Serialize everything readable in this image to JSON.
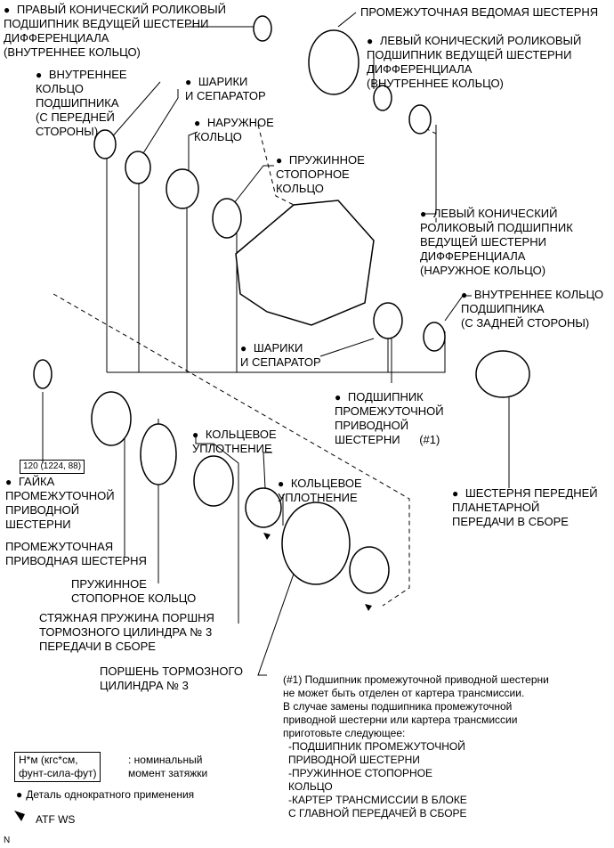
{
  "labels": {
    "right_bearing_inner": [
      "ПРАВЫЙ КОНИЧЕСКИЙ РОЛИКОВЫЙ",
      "ПОДШИПНИК ВЕДУЩЕЙ ШЕСТЕРНИ",
      "ДИФФЕРЕНЦИАЛА",
      "(ВНУТРЕННЕЕ КОЛЬЦО)"
    ],
    "idler_driven_gear": "ПРОМЕЖУТОЧНАЯ ВЕДОМАЯ ШЕСТЕРНЯ",
    "left_bearing_inner": [
      "ЛЕВЫЙ КОНИЧЕСКИЙ РОЛИКОВЫЙ",
      "ПОДШИПНИК ВЕДУЩЕЙ ШЕСТЕРНИ",
      "ДИФФЕРЕНЦИАЛА",
      "(ВНУТРЕННЕЕ КОЛЬЦО)"
    ],
    "inner_race_front": [
      "ВНУТРЕННЕЕ",
      "КОЛЬЦО",
      "ПОДШИПНИКА",
      "(С ПЕРЕДНЕЙ",
      "СТОРОНЫ)"
    ],
    "balls_cage_1": [
      "ШАРИКИ",
      "И СЕПАРАТОР"
    ],
    "outer_race": [
      "НАРУЖНОЕ",
      "КОЛЬЦО"
    ],
    "snap_ring_1": [
      "ПРУЖИННОЕ",
      "СТОПОРНОЕ",
      "КОЛЬЦО"
    ],
    "left_bearing_outer": [
      "ЛЕВЫЙ КОНИЧЕСКИЙ",
      "РОЛИКОВЫЙ ПОДШИПНИК",
      "ВЕДУЩЕЙ ШЕСТЕРНИ",
      "ДИФФЕРЕНЦИАЛА",
      "(НАРУЖНОЕ КОЛЬЦО)"
    ],
    "inner_race_rear": [
      "ВНУТРЕННЕЕ КОЛЬЦО",
      "ПОДШИПНИКА",
      "(С ЗАДНЕЙ СТОРОНЫ)"
    ],
    "balls_cage_2": [
      "ШАРИКИ",
      "И СЕПАРАТОР"
    ],
    "idler_drive_bearing": [
      "ПОДШИПНИК",
      "ПРОМЕЖУТОЧНОЙ",
      "ПРИВОДНОЙ",
      "ШЕСТЕРНИ"
    ],
    "note_ref": "(#1)",
    "torque_value": "120 (1224, 88)",
    "idler_nut": [
      "ГАЙКА",
      "ПРОМЕЖУТОЧНОЙ",
      "ПРИВОДНОЙ",
      "ШЕСТЕРНИ"
    ],
    "idler_drive_gear": [
      "ПРОМЕЖУТОЧНАЯ",
      "ПРИВОДНАЯ ШЕСТЕРНЯ"
    ],
    "snap_ring_2": [
      "ПРУЖИННОЕ",
      "СТОПОРНОЕ КОЛЬЦО"
    ],
    "oring_1": [
      "КОЛЬЦЕВОЕ",
      "УПЛОТНЕНИЕ"
    ],
    "oring_2": [
      "КОЛЬЦЕВОЕ",
      "УПЛОТНЕНИЕ"
    ],
    "planetary": [
      "ШЕСТЕРНЯ ПЕРЕДНЕЙ",
      "ПЛАНЕТАРНОЙ",
      "ПЕРЕДАЧИ В СБОРЕ"
    ],
    "return_spring": [
      "СТЯЖНАЯ ПРУЖИНА ПОРШНЯ",
      "ТОРМОЗНОГО ЦИЛИНДРА № 3",
      "ПЕРЕДАЧИ В СБОРЕ"
    ],
    "piston": [
      "ПОРШЕНЬ ТОРМОЗНОГО",
      "ЦИЛИНДРА № 3"
    ]
  },
  "note": [
    "(#1) Подшипник промежуточной приводной шестерни",
    "не может быть отделен от картера трансмиссии.",
    "В случае замены подшипника промежуточной",
    "приводной шестерни или картера трансмиссии",
    "приготовьте следующее:",
    "-ПОДШИПНИК ПРОМЕЖУТОЧНОЙ",
    "  ПРИВОДНОЙ ШЕСТЕРНИ",
    "-ПРУЖИННОЕ СТОПОРНОЕ",
    "  КОЛЬЦО",
    "-КАРТЕР ТРАНСМИССИИ В БЛОКЕ",
    "  С ГЛАВНОЙ ПЕРЕДАЧЕЙ В СБОРЕ"
  ],
  "legend": {
    "torque_unit": [
      "Н*м (кгс*см,",
      "фунт-сила-фут)"
    ],
    "torque_desc": [
      ": номинальный",
      "момент затяжки"
    ],
    "non_reusable": "Деталь однократного применения",
    "atf": "ATF WS"
  },
  "corner_mark": "N"
}
